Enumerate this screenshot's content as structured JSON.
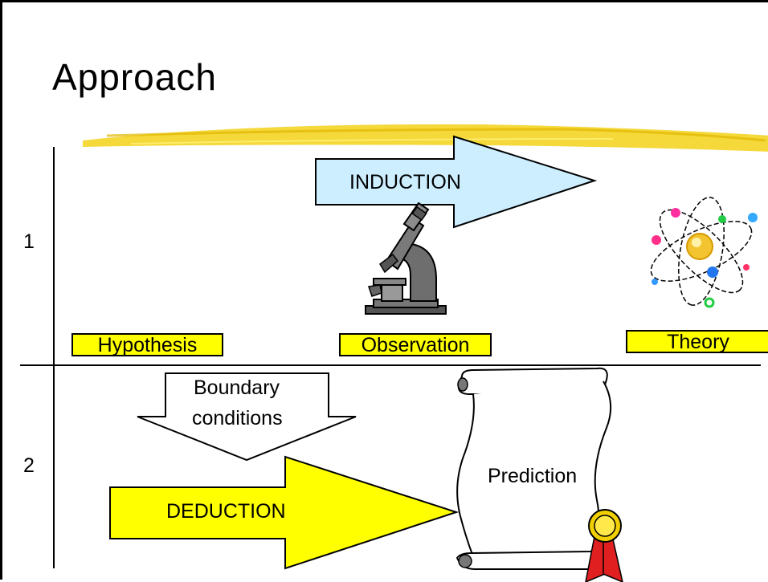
{
  "slide": {
    "title": "Approach",
    "rows": [
      "1",
      "2"
    ]
  },
  "labels": {
    "hypothesis": "Hypothesis",
    "observation": "Observation",
    "theory": "Theory",
    "induction": "INDUCTION",
    "deduction": "DEDUCTION",
    "boundary_line1": "Boundary",
    "boundary_line2": "conditions",
    "prediction": "Prediction"
  },
  "colors": {
    "label_fill": "#ffff00",
    "induction_fill": "#cceeff",
    "deduction_fill": "#ffff00",
    "underline": "#f5d83a"
  },
  "icons": [
    "microscope-icon",
    "atom-icon",
    "scroll-icon",
    "ribbon-seal-icon"
  ]
}
